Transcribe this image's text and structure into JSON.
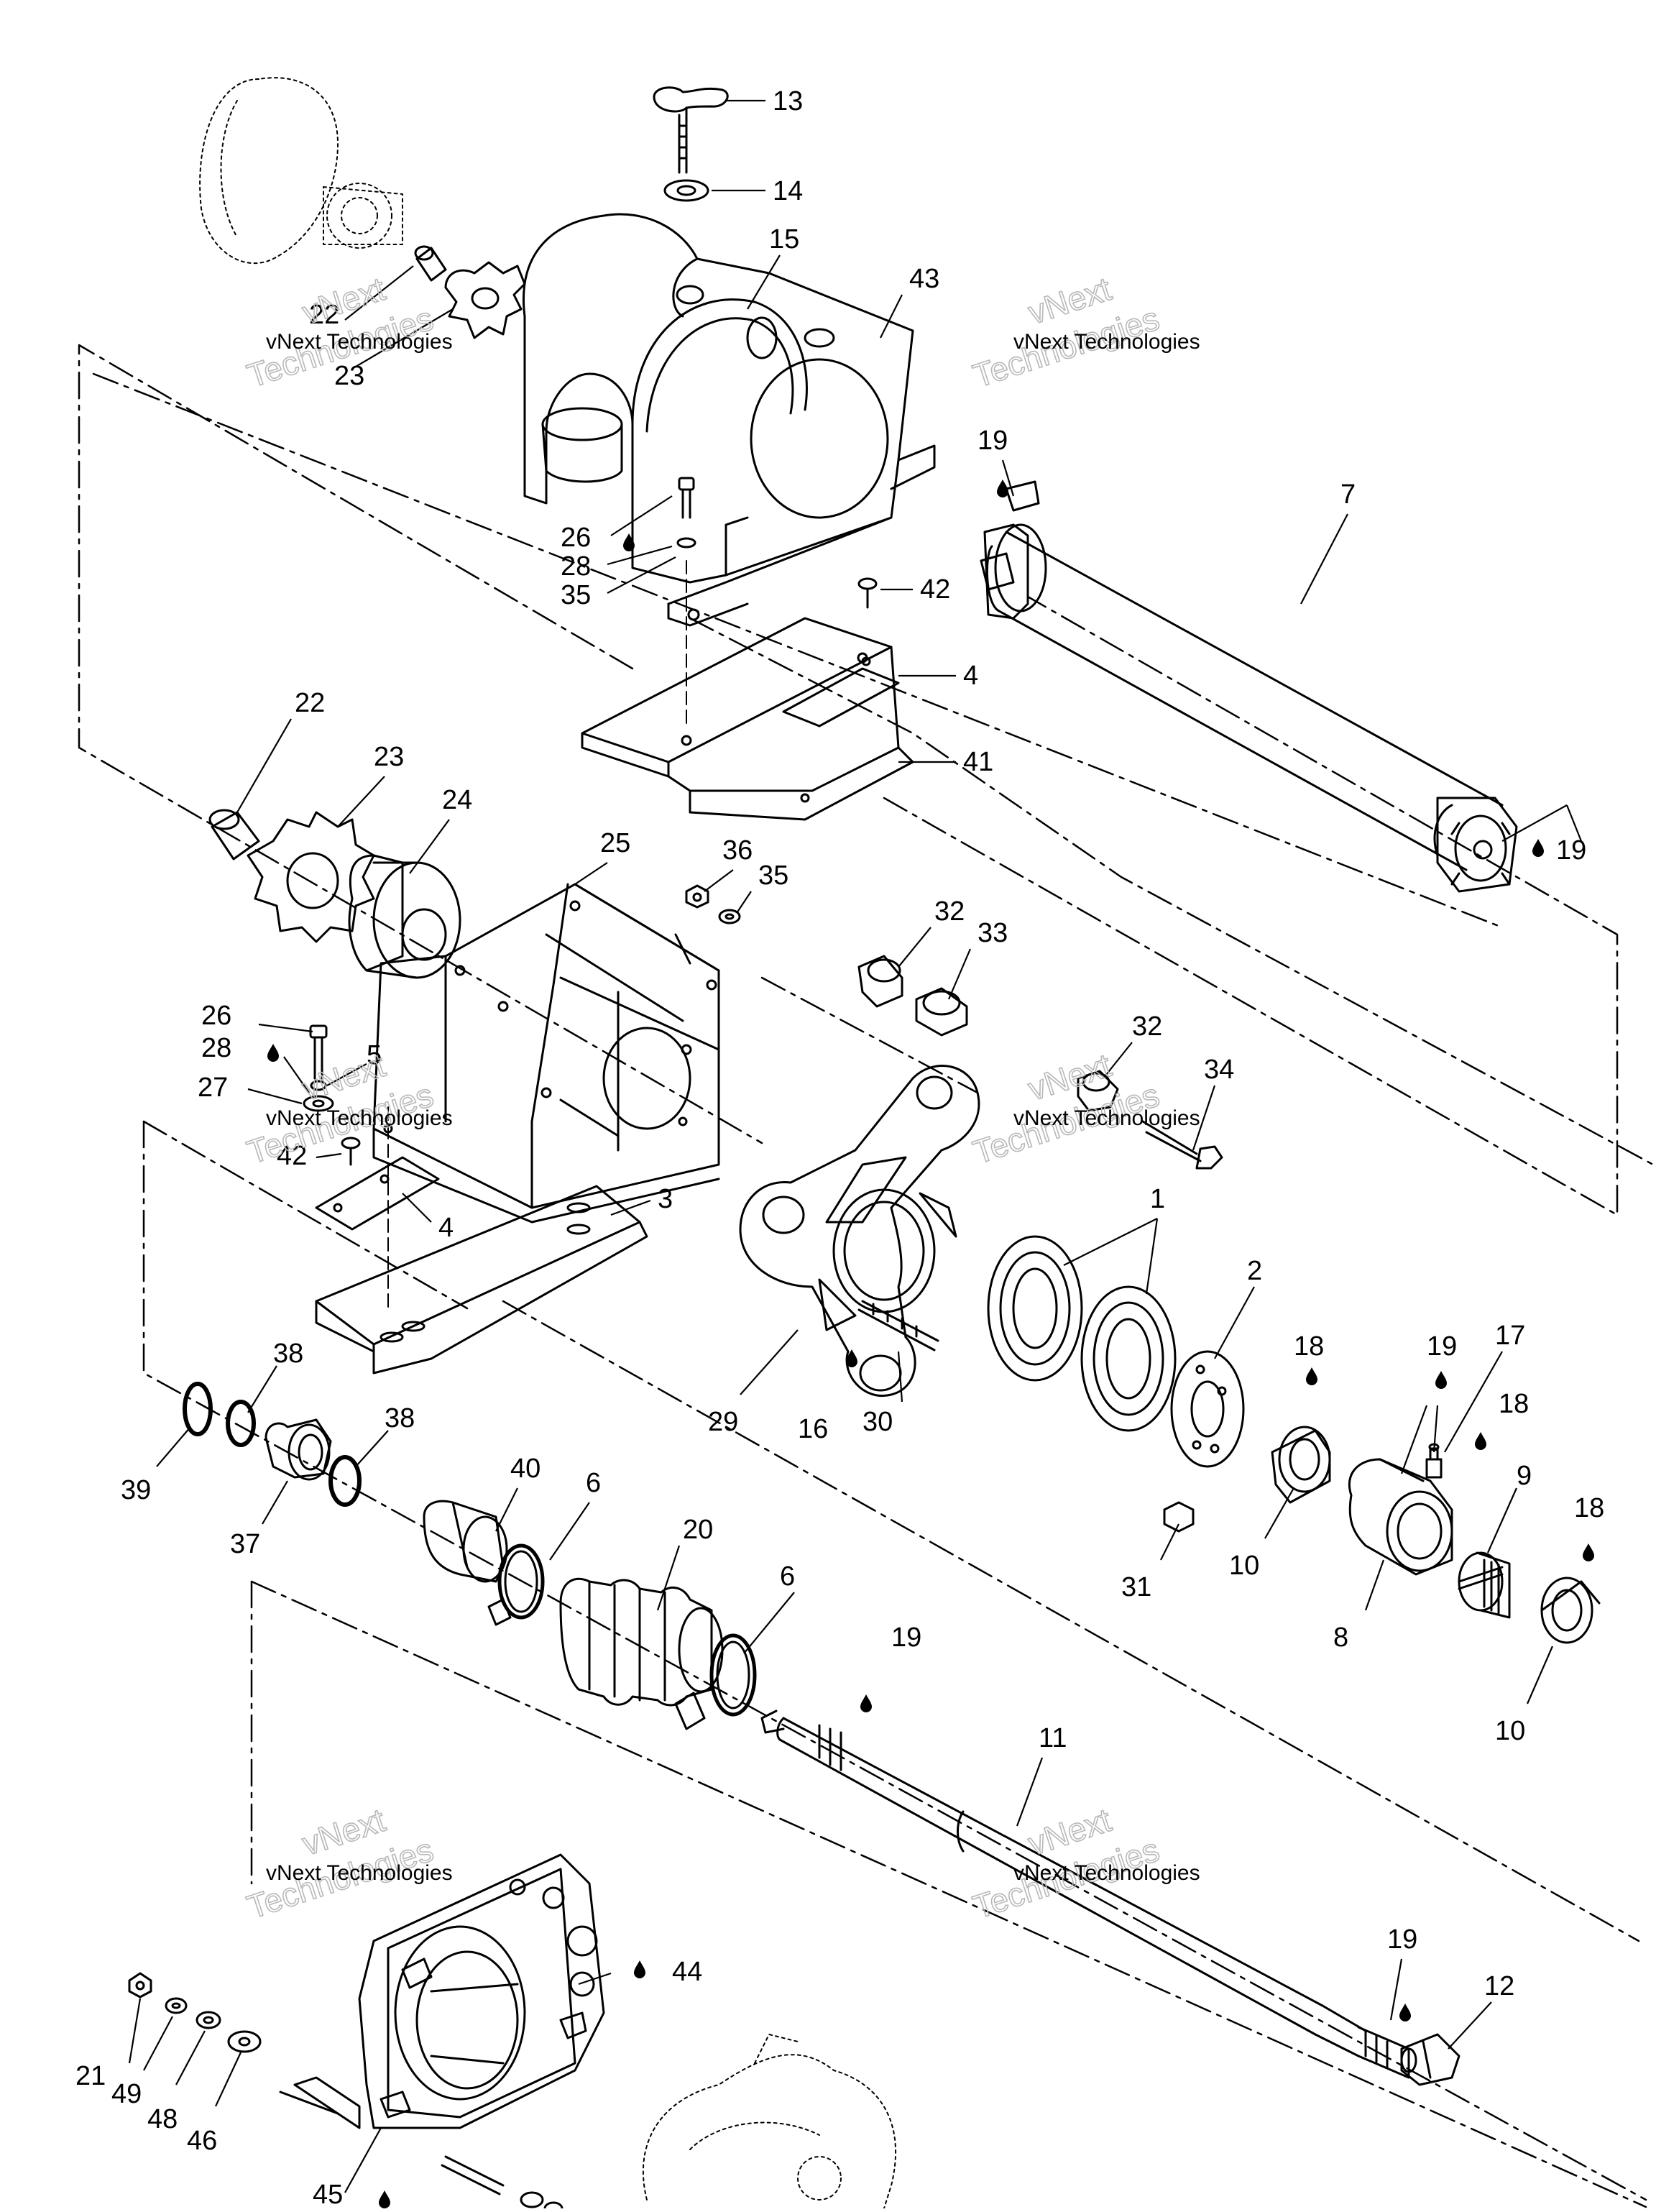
{
  "diagram": {
    "watermark_lines": [
      "vNext",
      "vNext Technologies",
      "Technologies"
    ],
    "callouts": {
      "c13": "13",
      "c14": "14",
      "c15": "15",
      "c43": "43",
      "c22a": "22",
      "c23a": "23",
      "c7": "7",
      "c19a": "19",
      "c19b": "19",
      "c26a": "26",
      "c28a": "28",
      "c35a": "35",
      "c42a": "42",
      "c4a": "4",
      "c41": "41",
      "c22b": "22",
      "c23b": "23",
      "c24": "24",
      "c25": "25",
      "c36": "36",
      "c35b": "35",
      "c32a": "32",
      "c33": "33",
      "c32b": "32",
      "c34": "34",
      "c26b": "26",
      "c28b": "28",
      "c5": "5",
      "c27": "27",
      "c42b": "42",
      "c4b": "4",
      "c3": "3",
      "c1": "1",
      "c2": "2",
      "c18a": "18",
      "c19c": "19",
      "c17": "17",
      "c18b": "18",
      "c9": "9",
      "c18c": "18",
      "c10a": "10",
      "c8": "8",
      "c10b": "10",
      "c31": "31",
      "c29": "29",
      "c16": "16",
      "c30": "30",
      "c38a": "38",
      "c38b": "38",
      "c39": "39",
      "c37": "37",
      "c40": "40",
      "c6a": "6",
      "c20": "20",
      "c6b": "6",
      "c19d": "19",
      "c11": "11",
      "c44": "44",
      "c19e": "19",
      "c12": "12",
      "c21": "21",
      "c49": "49",
      "c48": "48",
      "c46": "46",
      "c45": "45"
    }
  }
}
